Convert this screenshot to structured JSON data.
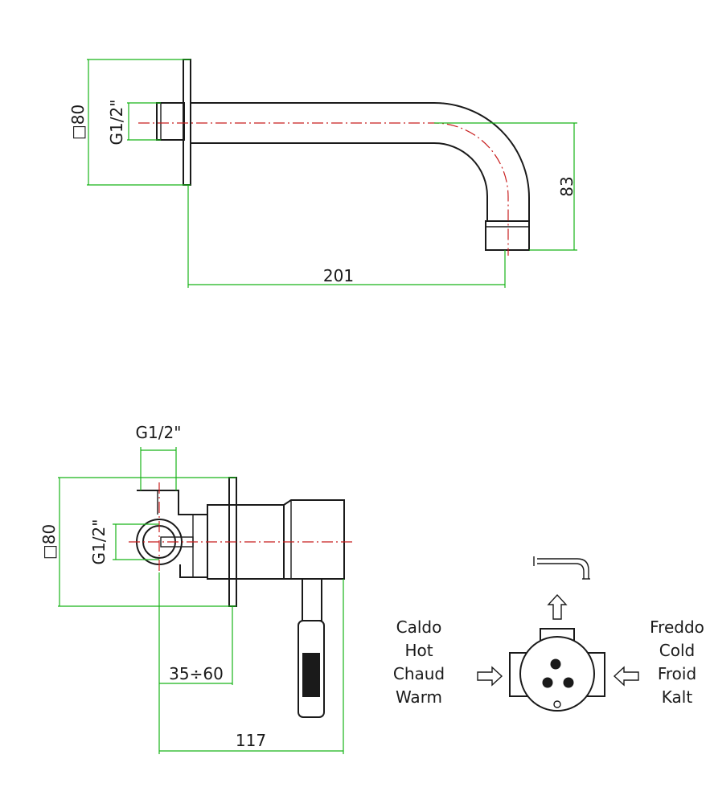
{
  "top_view": {
    "dim_width": "201",
    "dim_height": "83",
    "dim_thread": "G1/2\"",
    "dim_plate": "□80"
  },
  "bottom_view": {
    "dim_thread_top": "G1/2\"",
    "dim_thread_side": "G1/2\"",
    "dim_plate": "□80",
    "dim_wall_range": "35÷60",
    "dim_depth": "117"
  },
  "flow_legend": {
    "hot_labels": [
      "Caldo",
      "Hot",
      "Chaud",
      "Warm"
    ],
    "cold_labels": [
      "Freddo",
      "Cold",
      "Froid",
      "Kalt"
    ]
  },
  "colors": {
    "dimension": "#18b418",
    "centerline": "#c81e1e",
    "outline": "#1a1a1a"
  }
}
